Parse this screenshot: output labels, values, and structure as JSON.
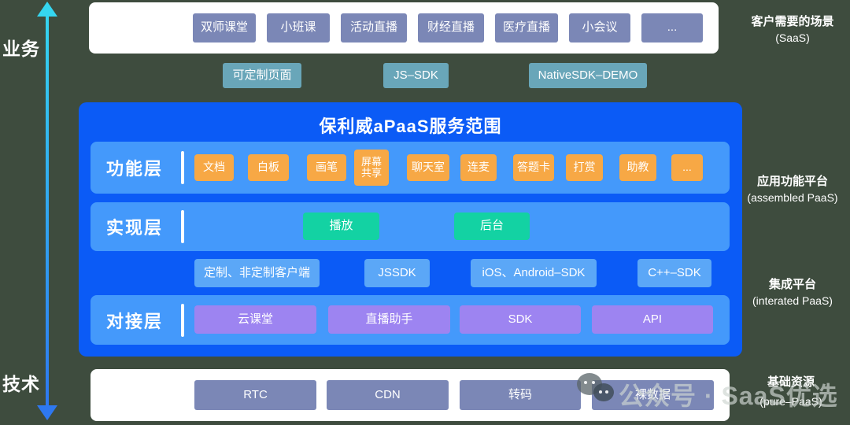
{
  "colors": {
    "background": "#3E4C3E",
    "deep_blue": "#0B5BF6",
    "row_blue": "#4499FB",
    "sdk_blue": "#5BA7F7",
    "orange": "#F7A845",
    "mint_green": "#13D2A3",
    "purple": "#9D84F1",
    "slate_blue": "#7B87B6",
    "teal": "#69A6B9",
    "arrow_top": "#35D6F0",
    "arrow_bottom": "#2E78F0"
  },
  "axis": {
    "top_label": "业务",
    "bottom_label": "技术"
  },
  "scenario_bar": {
    "items": [
      "双师课堂",
      "小班课",
      "活动直播",
      "财经直播",
      "医疗直播",
      "小会议",
      "..."
    ]
  },
  "page_tools": {
    "items": [
      "可定制页面",
      "JS–SDK",
      "NativeSDK–DEMO"
    ]
  },
  "apaas_box": {
    "title": "保利威aPaaS服务范围",
    "function_layer": {
      "label": "功能层",
      "items": [
        "文档",
        "白板",
        "画笔",
        "屏幕共享",
        "聊天室",
        "连麦",
        "答题卡",
        "打赏",
        "助教",
        "..."
      ]
    },
    "impl_layer": {
      "label": "实现层",
      "items": [
        "播放",
        "后台"
      ]
    },
    "sdk_row": {
      "items": [
        "定制、非定制客户端",
        "JSSDK",
        "iOS、Android–SDK",
        "C++–SDK"
      ]
    },
    "connect_layer": {
      "label": "对接层",
      "items": [
        "云课堂",
        "直播助手",
        "SDK",
        "API"
      ]
    }
  },
  "resource_bar": {
    "items": [
      "RTC",
      "CDN",
      "转码",
      "裸数据"
    ]
  },
  "side_labels": [
    {
      "zh": "客户需要的场景",
      "en": "(SaaS)"
    },
    {
      "zh": "应用功能平台",
      "en": "(assembled PaaS)"
    },
    {
      "zh": "集成平台",
      "en": "(interated PaaS)"
    },
    {
      "zh": "基础资源",
      "en": "(pure–PaaS)"
    }
  ],
  "watermark": {
    "icon": "wechat-icon",
    "text": "公众号 · SaaS优选"
  }
}
